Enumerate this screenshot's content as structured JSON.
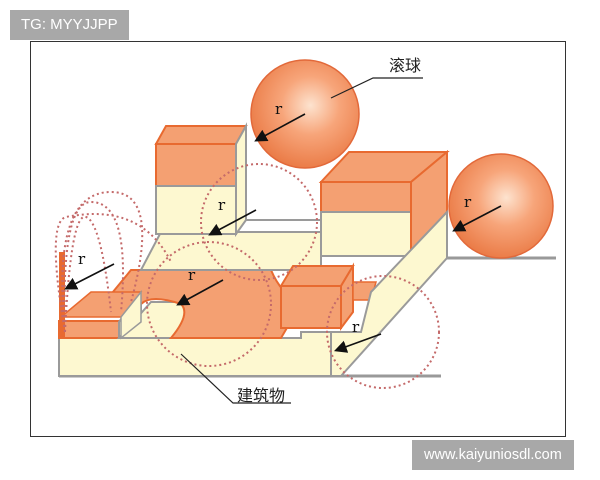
{
  "watermarks": {
    "top_left": "TG: MYYJJPP",
    "bottom_right": "www.kaiyuniosdl.com"
  },
  "diagram": {
    "labels": {
      "sphere": "滚球",
      "building": "建筑物",
      "radius": "r"
    },
    "colors": {
      "sphere": "#f08a5a",
      "roof": "#f4a072",
      "roof_edge": "#e86a30",
      "wall": "#fdf8d0",
      "wall_edge": "#9a9a9a",
      "dotted_arc": "#c46a6a",
      "ground": "#999999"
    },
    "radius_markers": [
      "r",
      "r",
      "r",
      "r",
      "r",
      "r"
    ]
  }
}
